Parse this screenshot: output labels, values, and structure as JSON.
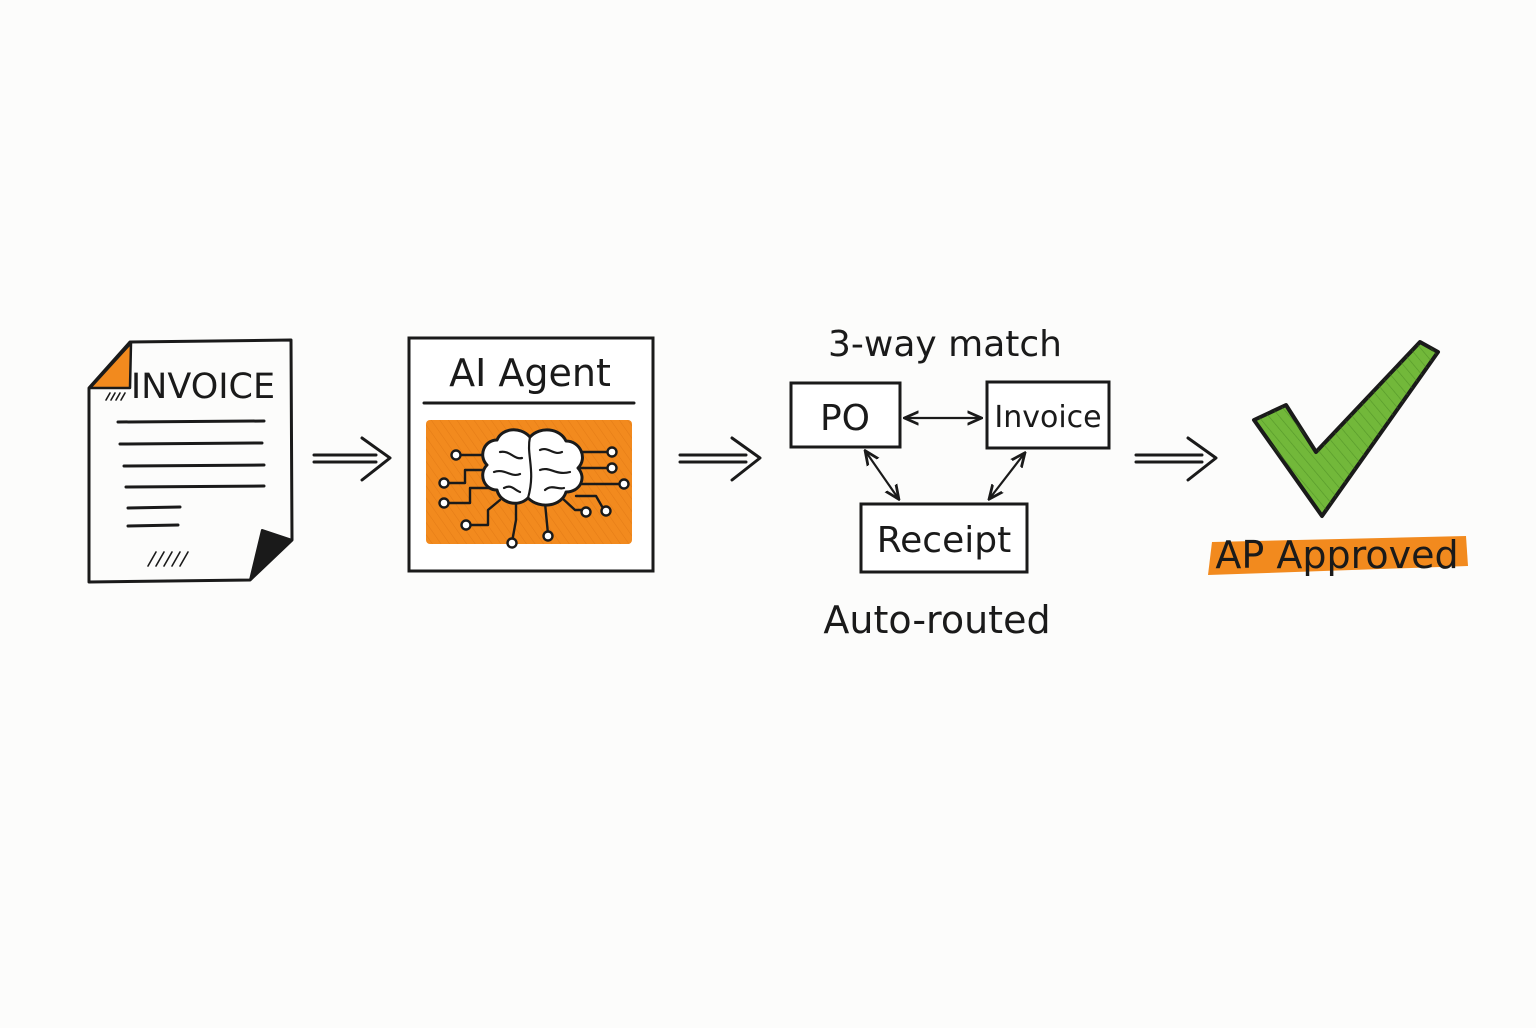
{
  "colors": {
    "ink": "#1a1a1a",
    "accent_orange": "#f28a1e",
    "check_green": "#72b83a",
    "background": "#fcfcfb",
    "paper": "#ffffff"
  },
  "steps": {
    "invoice_doc": {
      "label": "INVOICE",
      "icon": "invoice-document-icon"
    },
    "ai_agent": {
      "label": "AI Agent",
      "icon": "brain-circuit-icon"
    },
    "matching": {
      "title": "3-way match",
      "nodes": {
        "po": "PO",
        "invoice": "Invoice",
        "receipt": "Receipt"
      },
      "caption": "Auto-routed"
    },
    "approval": {
      "label": "AP Approved",
      "icon": "checkmark-icon"
    }
  }
}
